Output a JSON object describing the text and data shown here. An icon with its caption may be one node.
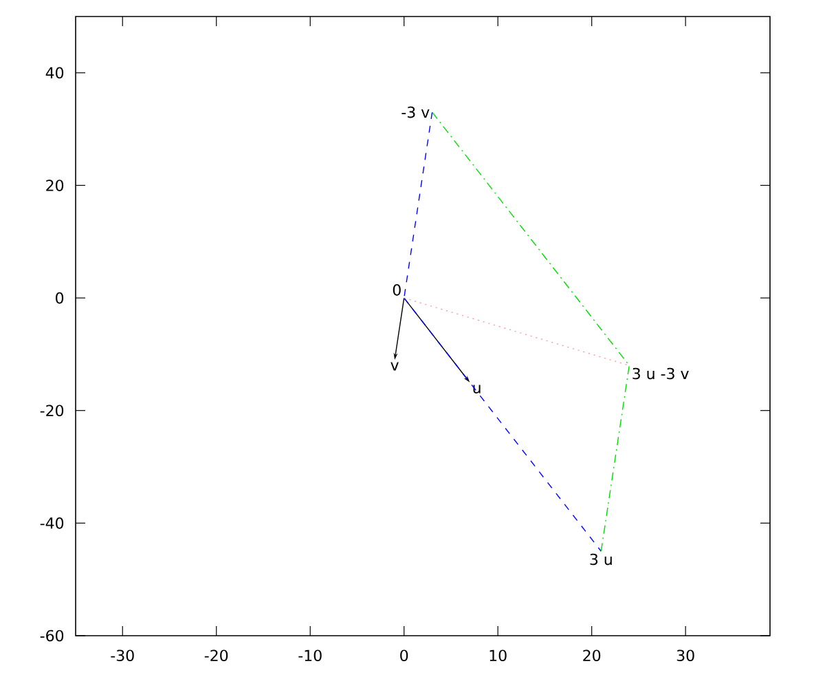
{
  "diagram": {
    "nodes": [
      {
        "text": [
          "0"
        ]
      },
      {
        "text": [
          "v"
        ]
      },
      {
        "text": [
          "u"
        ]
      },
      {
        "text": [
          "-3 v"
        ]
      },
      {
        "text": [
          "3 u -3 v"
        ]
      },
      {
        "text": [
          "3 u"
        ]
      }
    ],
    "edges": [
      {
        "from": 0,
        "to": 1,
        "arrow": "to"
      },
      {
        "from": 0,
        "to": 2,
        "arrow": "to"
      },
      {
        "from": 3,
        "to": 0,
        "arrow": "none",
        "style": "dashed",
        "color": "#0000ff"
      },
      {
        "from": 0,
        "to": 5,
        "arrow": "none",
        "style": "dashed",
        "color": "#0000ff"
      },
      {
        "from": 3,
        "to": 4,
        "arrow": "none",
        "style": "dashed",
        "color": "#00dd00"
      },
      {
        "from": 5,
        "to": 4,
        "arrow": "none",
        "style": "dashed",
        "color": "#00dd00"
      },
      {
        "from": 0,
        "to": 4,
        "arrow": "none",
        "style": "dashed",
        "color": "#ff9999"
      }
    ],
    "labels": [
      "40",
      "20",
      "0",
      "-20",
      "-40",
      "-60",
      "-30",
      "-20",
      "-10",
      "0",
      "10",
      "20",
      "30"
    ]
  }
}
